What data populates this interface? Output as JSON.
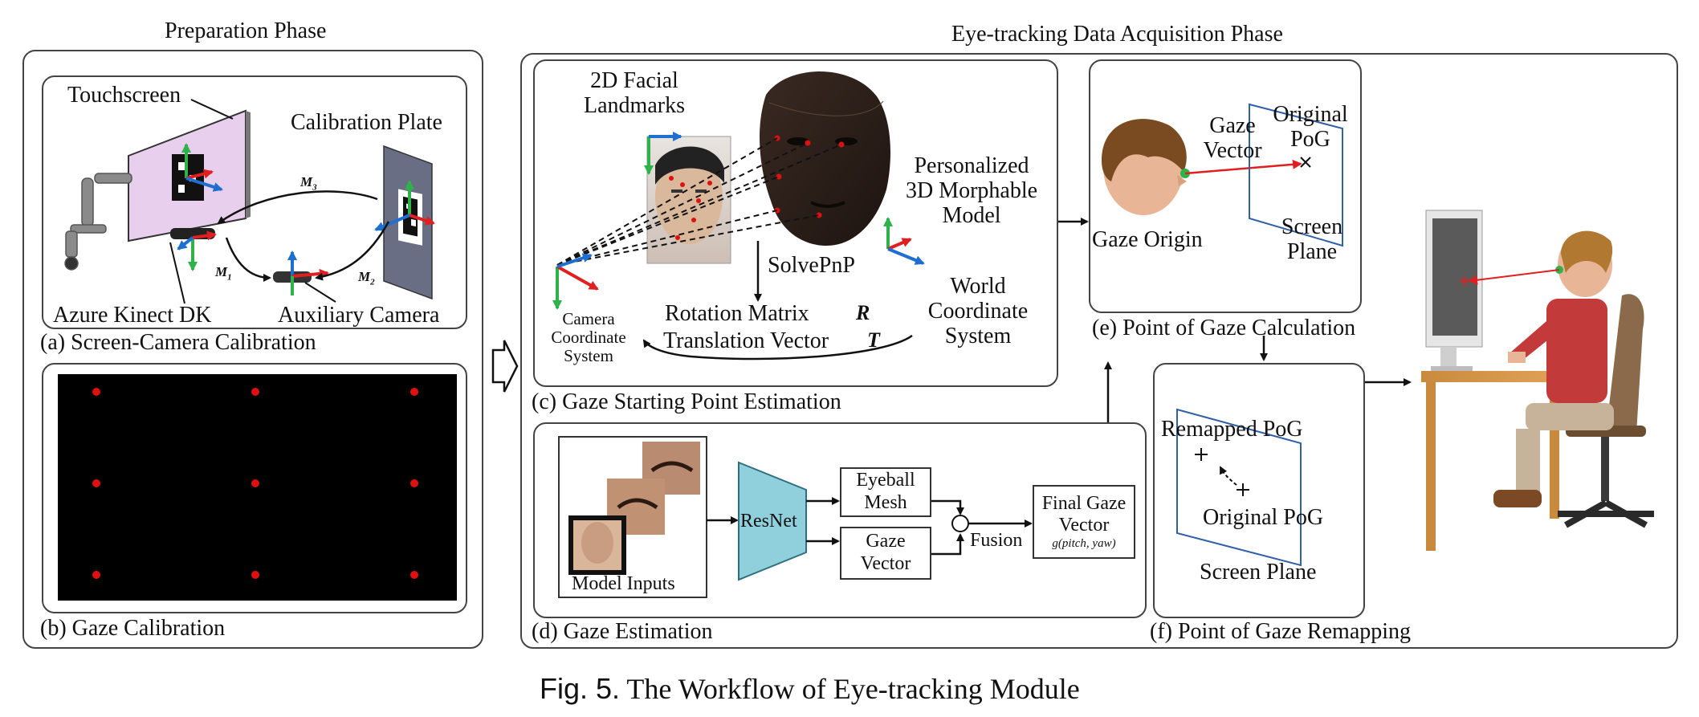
{
  "phases": {
    "preparation": "Preparation Phase",
    "acquisition": "Eye-tracking Data Acquisition Phase"
  },
  "panel_a": {
    "caption": "(a) Screen-Camera Calibration",
    "touchscreen": "Touchscreen",
    "calibration_plate": "Calibration Plate",
    "kinect": "Azure Kinect DK",
    "aux_camera": "Auxiliary Camera",
    "m1": "M",
    "m1_sub": "1",
    "m2": "M",
    "m2_sub": "2",
    "m3": "M",
    "m3_sub": "3"
  },
  "panel_b": {
    "caption": "(b) Gaze Calibration"
  },
  "panel_c": {
    "caption": "(c) Gaze Starting Point Estimation",
    "facial_landmarks_line1": "2D Facial",
    "facial_landmarks_line2": "Landmarks",
    "morphable_line1": "Personalized",
    "morphable_line2": "3D Morphable",
    "morphable_line3": "Model",
    "solvepnp": "SolvePnP",
    "rotation": "Rotation Matrix",
    "translation": "Translation Vector",
    "r_symbol": "R",
    "t_symbol": "T",
    "world_line1": "World",
    "world_line2": "Coordinate",
    "world_line3": "System",
    "camera_line1": "Camera",
    "camera_line2": "Coordinate",
    "camera_line3": "System"
  },
  "panel_d": {
    "caption": "(d) Gaze Estimation",
    "model_inputs": "Model Inputs",
    "resnet": "ResNet",
    "eyeball_line1": "Eyeball",
    "eyeball_line2": "Mesh",
    "gazevec_line1": "Gaze",
    "gazevec_line2": "Vector",
    "fusion": "Fusion",
    "final_line1": "Final Gaze",
    "final_line2": "Vector",
    "formula": "g(pitch, yaw)"
  },
  "panel_e": {
    "caption": "(e) Point of Gaze Calculation",
    "gaze_vector_line1": "Gaze",
    "gaze_vector_line2": "Vector",
    "original_pog_line1": "Original",
    "original_pog_line2": "PoG",
    "gaze_origin": "Gaze Origin",
    "screen_line1": "Screen",
    "screen_line2": "Plane"
  },
  "panel_f": {
    "caption": "(f) Point of Gaze Remapping",
    "remapped": "Remapped PoG",
    "original": "Original PoG",
    "screen": "Screen Plane"
  },
  "figure_caption": {
    "number": "Fig. 5.",
    "text": "The Workflow of Eye-tracking Module"
  },
  "colors": {
    "axis_green": "#2db34a",
    "axis_red": "#e02020",
    "axis_blue": "#1f6fd1",
    "resnet_fill": "#8fd0dc",
    "calib_dot": "#e01010",
    "touchscreen_fill": "#e9cfee"
  }
}
